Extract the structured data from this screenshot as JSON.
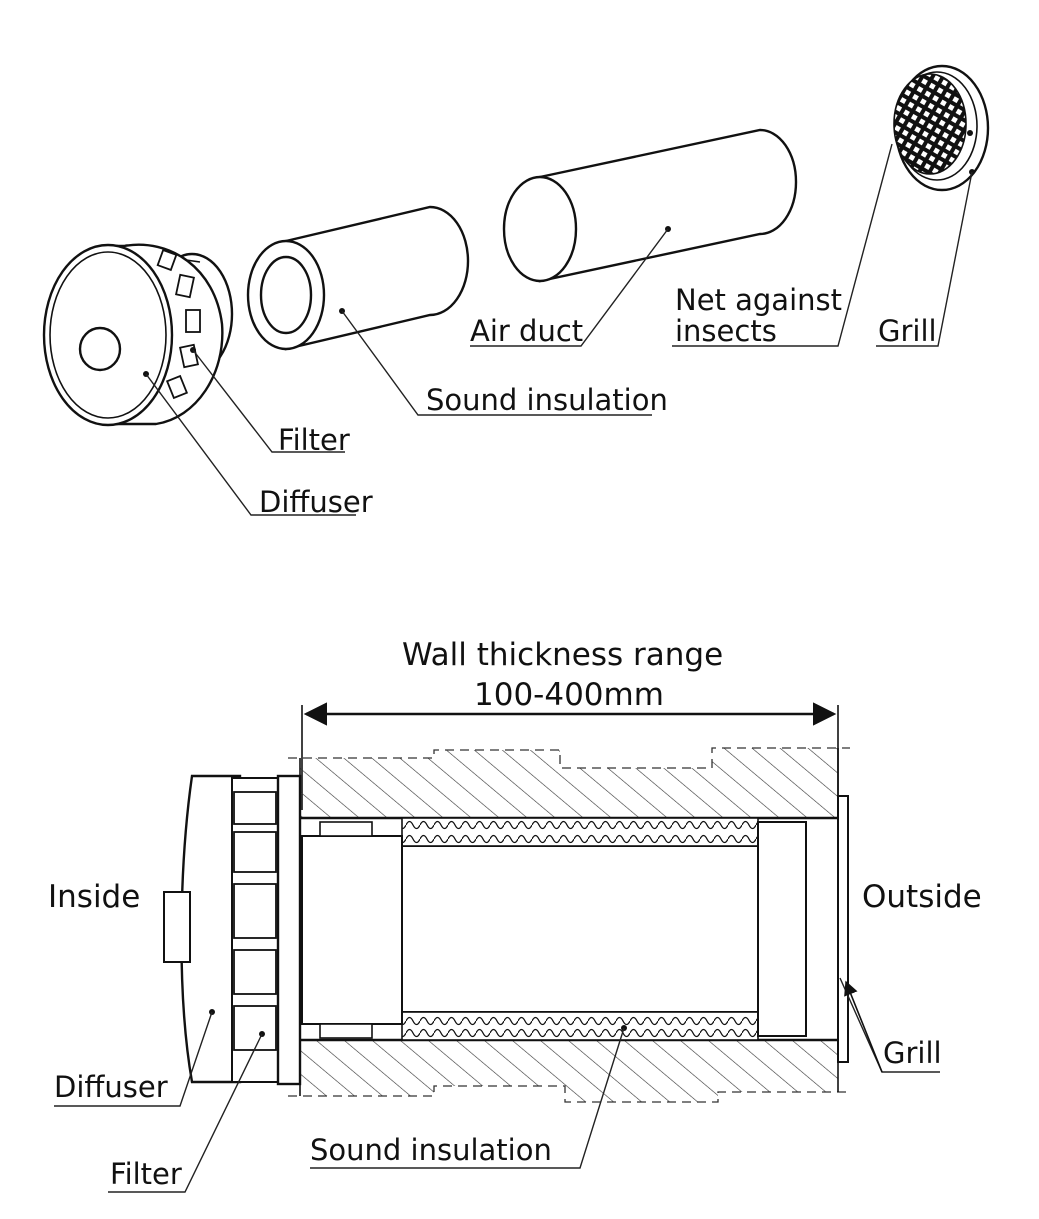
{
  "exploded_view": {
    "labels": {
      "diffuser": "Diffuser",
      "filter": "Filter",
      "sound_insulation": "Sound insulation",
      "air_duct": "Air duct",
      "net_line1": "Net against",
      "net_line2": "insects",
      "grill": "Grill"
    }
  },
  "section_view": {
    "dimension_title": "Wall thickness range",
    "dimension_value": "100-400mm",
    "inside": "Inside",
    "outside": "Outside",
    "labels": {
      "diffuser": "Diffuser",
      "filter": "Filter",
      "sound_insulation": "Sound insulation",
      "grill": "Grill"
    }
  }
}
